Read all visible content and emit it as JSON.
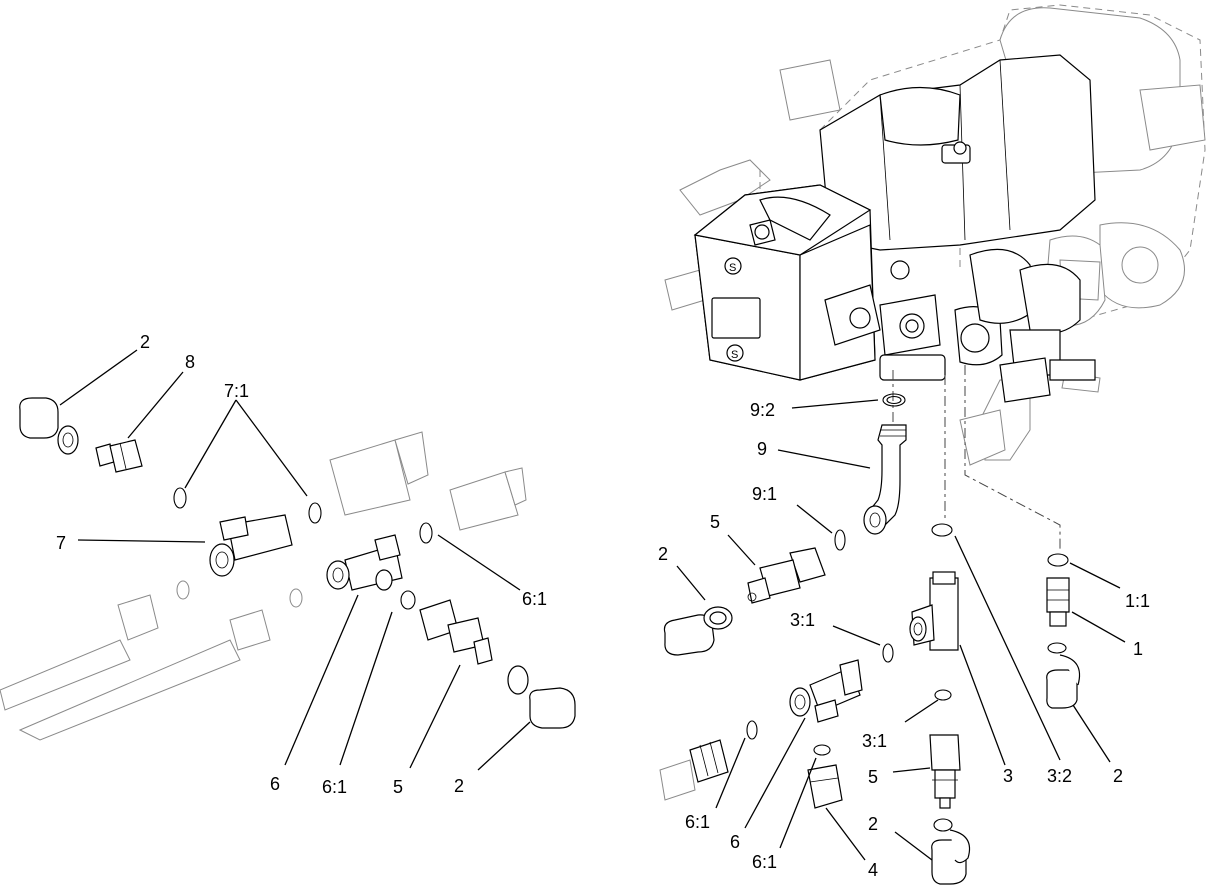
{
  "callouts": [
    {
      "id": "L-2-a",
      "text": "2"
    },
    {
      "id": "L-8",
      "text": "8"
    },
    {
      "id": "L-7-1-a",
      "text": "7:1"
    },
    {
      "id": "L-7",
      "text": "7"
    },
    {
      "id": "L-6-1-a",
      "text": "6:1"
    },
    {
      "id": "L-6-a",
      "text": "6"
    },
    {
      "id": "L-6-1-b",
      "text": "6:1"
    },
    {
      "id": "L-5-a",
      "text": "5"
    },
    {
      "id": "L-2-b",
      "text": "2"
    },
    {
      "id": "L-9-2",
      "text": "9:2"
    },
    {
      "id": "L-9",
      "text": "9"
    },
    {
      "id": "L-9-1",
      "text": "9:1"
    },
    {
      "id": "L-5-b",
      "text": "5"
    },
    {
      "id": "L-2-c",
      "text": "2"
    },
    {
      "id": "L-3-1-a",
      "text": "3:1"
    },
    {
      "id": "L-1-1",
      "text": "1:1"
    },
    {
      "id": "L-1",
      "text": "1"
    },
    {
      "id": "L-3-1-b",
      "text": "3:1"
    },
    {
      "id": "L-5-c",
      "text": "5"
    },
    {
      "id": "L-3",
      "text": "3"
    },
    {
      "id": "L-3-2",
      "text": "3:2"
    },
    {
      "id": "L-2-d",
      "text": "2"
    },
    {
      "id": "L-2-e",
      "text": "2"
    },
    {
      "id": "L-6-1-c",
      "text": "6:1"
    },
    {
      "id": "L-6-b",
      "text": "6"
    },
    {
      "id": "L-6-1-d",
      "text": "6:1"
    },
    {
      "id": "L-4",
      "text": "4"
    }
  ]
}
